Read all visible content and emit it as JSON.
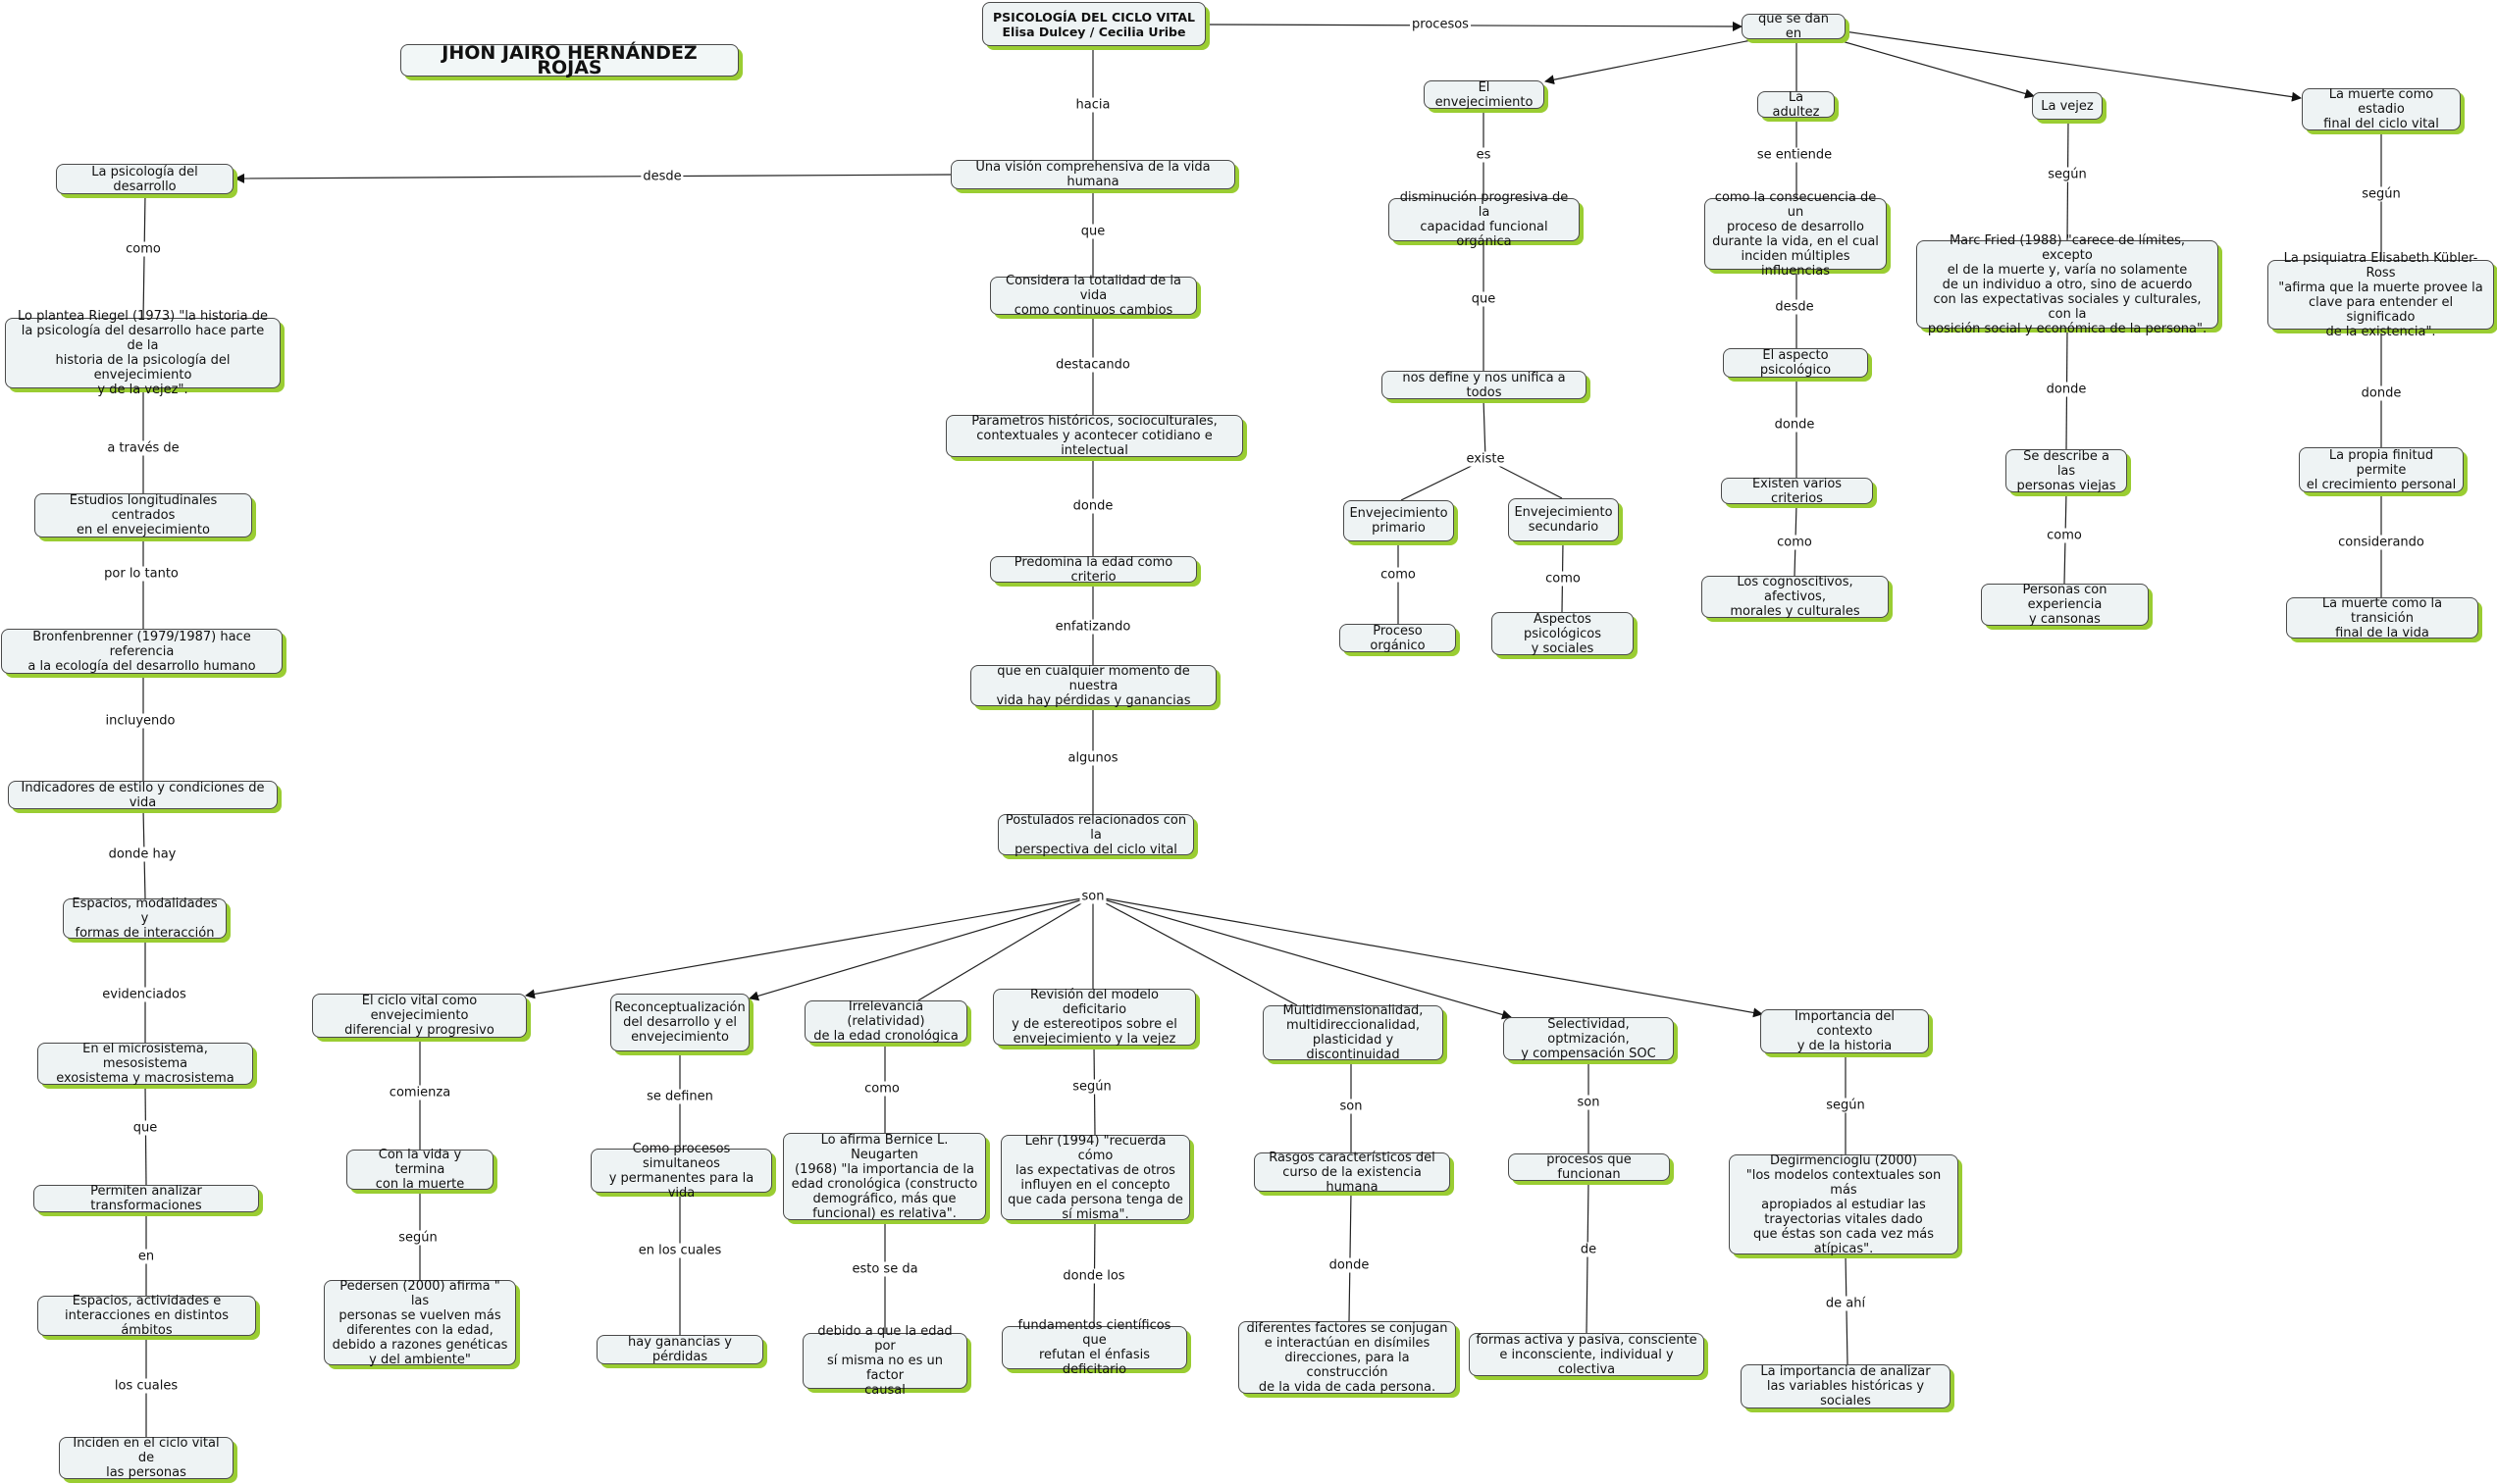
{
  "author": "JHON JAIRO HERNÁNDEZ ROJAS",
  "nodes": {
    "title": "PSICOLOGÍA DEL CICLO VITAL\nElisa Dulcey / Cecilia Uribe",
    "se_dan": "que se dan en",
    "vision": "Una visión comprehensiva de la vida humana",
    "psico_desarrollo": "La psicología del desarrollo",
    "considera": "Considera la totalidad de la vida\ncomo continuos cambios",
    "parametros": "Parametros históricos, socioculturales,\ncontextuales y acontecer cotidiano e intelectual",
    "predomina": "Predomina la edad como criterio",
    "perdidas": "que en cualquier momento de nuestra\nvida hay pérdidas y ganancias",
    "postulados": "Postulados relacionados con la\nperspectiva  del ciclo vital",
    "riegel": "Lo plantea Riegel (1973) \"la historia de\nla psicología del desarrollo hace parte de la\nhistoria de la psicología del envejecimiento\ny de la vejez\".",
    "estudios": "Estudios longitudinales centrados\nen el envejecimiento",
    "bronfen": "Bronfenbrenner (1979/1987) hace referencia\na la ecología del desarrollo humano",
    "indicadores": "Indicadores de estilo y condiciones de vida",
    "espacios_mod": "Espacios, modalidades y\nformas de interacción",
    "microsistema": "En el microsistema, mesosistema\nexosistema y macrosistema",
    "permiten": "Permiten analizar transformaciones",
    "espacios_act": "Espacios, actividades e\ninteracciones en distintos ámbitos",
    "inciden": "Inciden en el ciclo vital de\nlas personas",
    "envejecimiento": "El envejecimiento",
    "disminucion": "disminución progresiva de la\ncapacidad funcional orgánica",
    "unifica": "nos define y nos unifica a todos",
    "env_primario": "Envejecimiento\nprimario",
    "env_secundario": "Envejecimiento\nsecundario",
    "proceso_organico": "Proceso orgánico",
    "aspectos_psico": "Aspectos psicológicos\ny sociales",
    "adultez": "La adultez",
    "consecuencia": "como la consecuencia de un\nproceso de desarrollo\ndurante la vida, en el cual\ninciden múltiples influencias",
    "aspecto_psico": "El aspecto psicológico",
    "criterios": "Existen varios criterios",
    "cognoscitivos": "Los cognoscitivos, afectivos,\nmorales y culturales",
    "vejez": "La vejez",
    "marc_fried": "Marc Fried (1988) \"carece de límites, excepto\nel de la muerte y, varía no solamente\nde un individuo a otro, sino de acuerdo\ncon las expectativas sociales y culturales, con la\nposición social y económica de la persona\".",
    "personas_viejas": "Se describe a las\npersonas  viejas",
    "experiencia": "Personas con experiencia\ny cansonas",
    "muerte_estadio": "La muerte como estadio\nfinal del ciclo vital",
    "kubler": "La psiquiatra Elisabeth Kübler-Ross\n\"afirma que la muerte provee la\nclave para entender el significado\nde la existencia\".",
    "finitud": "La propia finitud permite\nel crecimiento personal",
    "transicion": "La muerte como la transición\nfinal de la vida",
    "ciclo_vital": "El ciclo vital como envejecimiento\ndiferencial y progresivo",
    "con_vida": "Con la vida y termina\ncon la muerte",
    "pedersen": "Pedersen (2000) afirma \" las\npersonas  se vuelven más\ndiferentes con la edad,\ndebido a razones genéticas\ny del ambiente\"",
    "reconceptualizacion": "Reconceptualización\ndel desarrollo y el\nenvejecimiento",
    "procesos_sim": "Como procesos simultaneos\ny permanentes para la vida",
    "ganancias": "hay ganancias y pérdidas",
    "irrelevancia": "Irrelevancia (relatividad)\nde la edad cronológica",
    "neugarten": "Lo afirma Bernice L. Neugarten\n(1968) \"la importancia de la\nedad cronológica (constructo\ndemográfico, más que\nfuncional) es relativa\".",
    "debido": "debido a que la edad por\nsí misma no es un factor\ncausal",
    "revision": "Revisión del modelo deficitario\ny de estereotipos sobre el\nenvejecimiento y la vejez",
    "lehr": "Lehr (1994) \"recuerda cómo\nlas expectativas de otros\ninfluyen en el concepto\nque cada persona tenga de\nsí misma\".",
    "fundamentos": "fundamentos científicos que\nrefutan el énfasis deficitario",
    "multidim": "Multidimensionalidad,\nmultidireccionalidad,\nplasticidad y discontinuidad",
    "rasgos": "Rasgos característicos del\ncurso de la existencia humana",
    "diferentes": "diferentes factores  se conjugan\ne interactúan en disímiles\ndirecciones, para la construcción\nde la vida de cada persona.",
    "selectividad": "Selectividad, optmización,\ny compensación SOC",
    "procesos_func": "procesos que funcionan",
    "formas": "formas activa y pasiva, consciente\ne inconsciente, individual y colectiva",
    "importancia": "Importancia del contexto\ny de la historia",
    "degirmencioglu": "Degirmencioglu (2000)\n\"los modelos contextuales son más\napropiados al estudiar las\ntrayectorias vitales dado\nque éstas son cada vez más\natípicas\".",
    "variables": "La  importancia de analizar\nlas variables históricas y sociales"
  },
  "links": {
    "procesos": "procesos",
    "hacia": "hacia",
    "desde": "desde",
    "que1": "que",
    "destacando": "destacando",
    "donde1": "donde",
    "enfatizando": "enfatizando",
    "algunos": "algunos",
    "son": "son",
    "como1": "como",
    "a_traves": "a través de",
    "por_lo_tanto": "por lo tanto",
    "incluyendo": "incluyendo",
    "donde_hay": "donde hay",
    "evidenciados": "evidenciados",
    "que2": "que",
    "en": "en",
    "los_cuales": "los cuales",
    "es": "es",
    "que3": "que",
    "existe": "existe",
    "como2": "como",
    "como3": "como",
    "se_entiende": "se entiende",
    "desde2": "desde",
    "donde2": "donde",
    "como4": "como",
    "segun1": "según",
    "donde3": "donde",
    "como5": "como",
    "segun2": "según",
    "donde4": "donde",
    "considerando": "considerando",
    "comienza": "comienza",
    "segun3": "según",
    "se_definen": "se definen",
    "en_los_cuales": "en los cuales",
    "como6": "como",
    "esto_se_da": "esto se da",
    "segun4": "según",
    "donde_los": "donde los",
    "son2": "son",
    "donde5": "donde",
    "son3": "son",
    "de": "de",
    "segun5": "según",
    "de_ahi": "de ahí"
  }
}
